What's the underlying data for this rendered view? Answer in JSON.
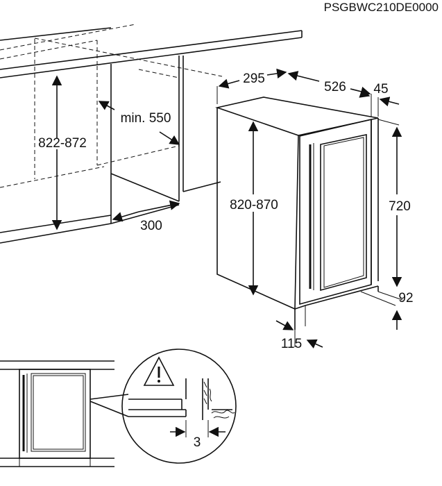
{
  "model_code": "PSGBWC210DE0000",
  "dimensions": {
    "cabinet_height": "822-872",
    "min_depth": "min. 550",
    "niche_width": "300",
    "top_depth": "295",
    "body_depth": "526",
    "door_thickness": "45",
    "appliance_height": "820-870",
    "door_height": "720",
    "plinth_height": "92",
    "plinth_depth": "115",
    "gap_detail": "3"
  },
  "icons": {
    "warning": "warning-triangle-icon"
  }
}
